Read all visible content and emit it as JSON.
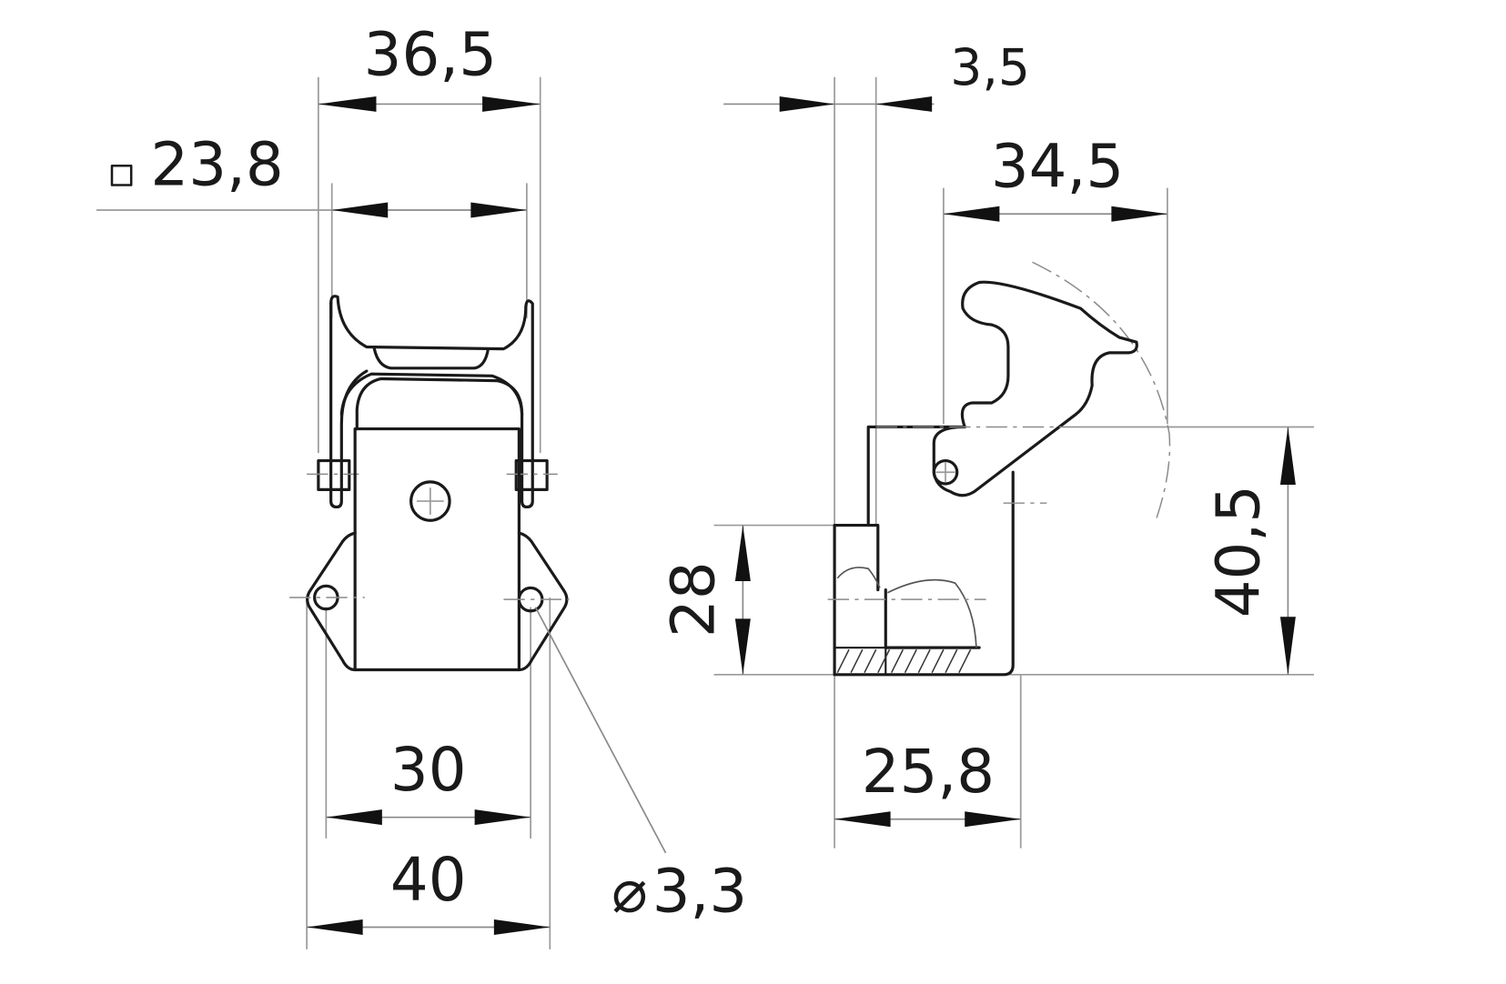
{
  "drawing": {
    "type": "technical-dimension-drawing",
    "views": [
      "front-view",
      "side-view"
    ],
    "line_color": "#1a1a1a",
    "dimension_line_color": "#8a8a8a",
    "background": "#ffffff"
  },
  "front_view": {
    "dimensions": {
      "top_width": "36,5",
      "square_size_symbol": "□",
      "square_size": "23,8",
      "hole_spacing": "30",
      "overall_width": "40",
      "hole_diameter_symbol": "⌀",
      "hole_diameter": "3,3"
    }
  },
  "side_view": {
    "dimensions": {
      "wall_offset": "3,5",
      "lever_width": "34,5",
      "base_height": "28",
      "overall_height": "40,5",
      "base_depth": "25,8"
    }
  }
}
